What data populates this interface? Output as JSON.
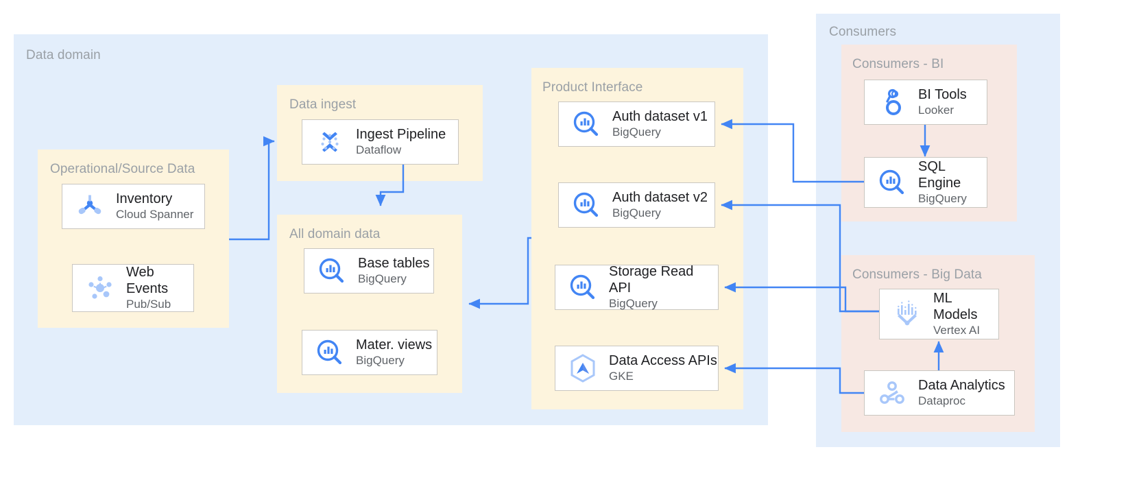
{
  "theme": {
    "domain_bg": "#e3eefb",
    "group_bg": "#fdf4dd",
    "consumer_group_bg": "#f7e8e3",
    "node_bg": "#ffffff",
    "node_border": "#c9c6c0",
    "title_color": "#9aa0a6",
    "edge_color": "#4285f4",
    "icon_blue": "#4285f4",
    "icon_light_blue": "#a8c7fa"
  },
  "panels": {
    "data_domain": {
      "title": "Data domain"
    },
    "operational_source": {
      "title": "Operational/Source Data"
    },
    "data_ingest": {
      "title": "Data ingest"
    },
    "all_domain_data": {
      "title": "All domain data"
    },
    "product_interface": {
      "title": "Product Interface"
    },
    "consumers": {
      "title": "Consumers"
    },
    "consumers_bi": {
      "title": "Consumers - BI"
    },
    "consumers_big_data": {
      "title": "Consumers - Big Data"
    }
  },
  "nodes": {
    "inventory": {
      "name": "Inventory",
      "service": "Cloud Spanner",
      "icon": "cloud-spanner-icon"
    },
    "web_events": {
      "name": "Web\nEvents",
      "service": "Pub/Sub",
      "icon": "pubsub-icon"
    },
    "ingest_pipeline": {
      "name": "Ingest Pipeline",
      "service": "Dataflow",
      "icon": "dataflow-icon"
    },
    "base_tables": {
      "name": "Base tables",
      "service": "BigQuery",
      "icon": "bigquery-icon"
    },
    "mater_views": {
      "name": "Mater. views",
      "service": "BigQuery",
      "icon": "bigquery-icon"
    },
    "auth_v1": {
      "name": "Auth dataset v1",
      "service": "BigQuery",
      "icon": "bigquery-icon"
    },
    "auth_v2": {
      "name": "Auth dataset v2",
      "service": "BigQuery",
      "icon": "bigquery-icon"
    },
    "storage_read": {
      "name": "Storage Read API",
      "service": "BigQuery",
      "icon": "bigquery-icon"
    },
    "data_access": {
      "name": "Data Access APIs",
      "service": "GKE",
      "icon": "gke-icon"
    },
    "bi_tools": {
      "name": "BI Tools",
      "service": "Looker",
      "icon": "looker-icon"
    },
    "sql_engine": {
      "name": "SQL\nEngine",
      "service": "BigQuery",
      "icon": "bigquery-icon"
    },
    "ml_models": {
      "name": "ML\nModels",
      "service": "Vertex AI",
      "icon": "vertex-ai-icon"
    },
    "data_analytics": {
      "name": "Data Analytics",
      "service": "Dataproc",
      "icon": "dataproc-icon"
    }
  },
  "edges": [
    {
      "from": "operational_source",
      "to": "ingest_pipeline"
    },
    {
      "from": "ingest_pipeline",
      "to": "all_domain_data"
    },
    {
      "from": "product_interface",
      "to": "all_domain_data"
    },
    {
      "from": "sql_engine",
      "to": "auth_v1"
    },
    {
      "from": "bi_tools",
      "to": "sql_engine"
    },
    {
      "from": "ml_models",
      "to": "auth_v2"
    },
    {
      "from": "ml_models",
      "to": "storage_read"
    },
    {
      "from": "data_analytics",
      "to": "data_access"
    },
    {
      "from": "data_analytics",
      "to": "ml_models"
    }
  ]
}
